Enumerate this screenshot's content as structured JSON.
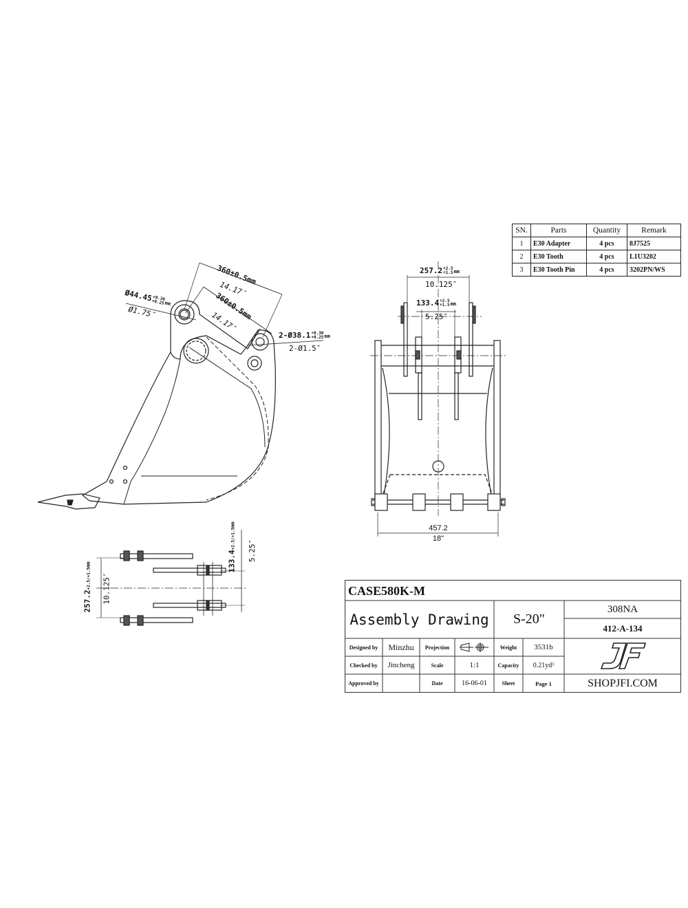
{
  "side_view": {
    "dim_outer": "360±0.5mm",
    "dim_outer_in": "14.17″",
    "dim_inner": "360±0.5mm",
    "dim_inner_in": "14.17″",
    "pin_main": "Ø44.45",
    "pin_main_tol_upper": "+0.30",
    "pin_main_tol_lower": "+0.25",
    "pin_main_unit": "mm",
    "pin_main_in": "Ø1.75″",
    "pin_link": "2-Ø38.1",
    "pin_link_tol_upper": "+0.30",
    "pin_link_tol_lower": "+0.25",
    "pin_link_unit": "mm",
    "pin_link_in": "2-Ø1.5″"
  },
  "front_view": {
    "outer_ear": "257.2",
    "outer_ear_tol_upper": "+2.5",
    "outer_ear_tol_lower": "+1.5",
    "outer_ear_unit": "mm",
    "outer_ear_in": "10.125″",
    "inner_ear": "133.4",
    "inner_ear_tol_upper": "+2.5",
    "inner_ear_tol_lower": "+1.5",
    "inner_ear_unit": "mm",
    "inner_ear_in": "5.25″",
    "width_mm": "457.2",
    "width_in": "18\""
  },
  "top_view": {
    "outer_ear": "257.2",
    "outer_ear_tol": "+2.5/+1.5",
    "outer_ear_unit": "mm",
    "outer_ear_in": "10.125″",
    "inner_ear": "133.4",
    "inner_ear_tol": "+2.5/+1.5",
    "inner_ear_unit": "mm",
    "inner_ear_in": "5.25″"
  },
  "parts_table": {
    "headers": [
      "SN.",
      "Parts",
      "Quantity",
      "Remark"
    ],
    "rows": [
      {
        "sn": "1",
        "part": "E30 Adapter",
        "qty": "4  pcs",
        "remark": "8J7525"
      },
      {
        "sn": "2",
        "part": "E30 Tooth",
        "qty": "4 pcs",
        "remark": "L1U3202"
      },
      {
        "sn": "3",
        "part": "E30 Tooth Pin",
        "qty": "4 pcs",
        "remark": "3202PN/WS"
      }
    ]
  },
  "title_block": {
    "model": "CASE580K-M",
    "title": "Assembly Drawing",
    "size": "S-20\"",
    "code1": "308NA",
    "code2": "412-A-134",
    "designed_label": "Designed by",
    "designed_value": "Minzhu",
    "projection_label": "Projection",
    "weight_label": "Weight",
    "weight_value": "3531b",
    "checked_label": "Checked by",
    "checked_value": "Jincheng",
    "scale_label": "Scale",
    "scale_value": "1:1",
    "capacity_label": "Capacity",
    "capacity_value": "0.21yd³",
    "approved_label": "Approved by",
    "approved_value": "",
    "date_label": "Date",
    "date_value": "16-06-01",
    "sheet_label": "Sheet",
    "sheet_value": "Page 1",
    "logo": "JF",
    "website": "SHOPJFI.COM"
  }
}
